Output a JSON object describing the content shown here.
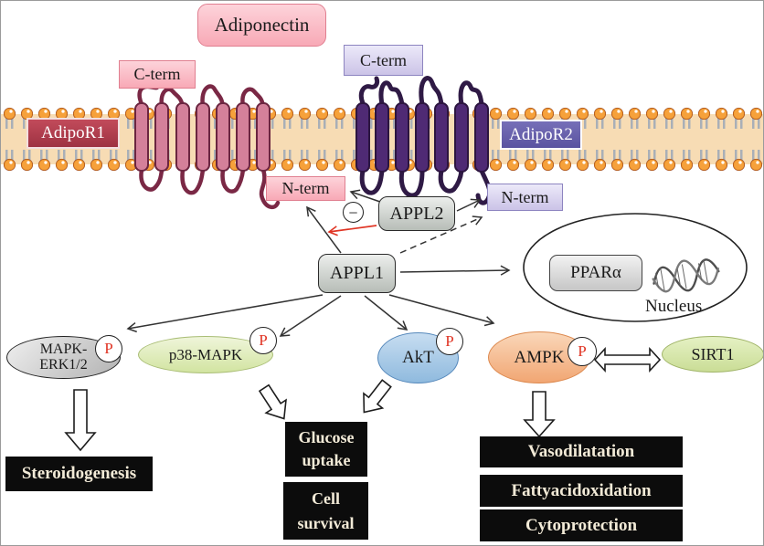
{
  "top": {
    "adiponectin": "Adiponectin",
    "cterm_left": "C-term",
    "cterm_right": "C-term",
    "nterm_left": "N-term",
    "nterm_right": "N-term"
  },
  "receptors": {
    "adipor1": "AdipoR1",
    "adipor2": "AdipoR2"
  },
  "adaptors": {
    "appl1": "APPL1",
    "appl2": "APPL2",
    "inhibition_sign": "−"
  },
  "nucleus": {
    "ppar": "PPARα",
    "label": "Nucleus"
  },
  "kinases": {
    "mapk_line1": "MAPK-",
    "mapk_line2": "ERK1/2",
    "p38": "p38-MAPK",
    "akt": "AkT",
    "ampk": "AMPK",
    "sirt1": "SIRT1",
    "phospho": "P"
  },
  "outcomes": {
    "steroidogenesis": "Steroidogenesis",
    "glucose_line1": "Glucose",
    "glucose_line2": "uptake",
    "cell_line1": "Cell",
    "cell_line2": "survival",
    "vasodilatation": "Vasodilatation",
    "fatty_acid_oxidation": "Fattyacidoxidation",
    "cytoprotection": "Cytoprotection"
  },
  "colors": {
    "adipor1_fill": "#b23c4c",
    "adipor2_fill": "#6861ab",
    "membrane_head": "#f6a13b",
    "membrane_core": "#f7dcb4",
    "helix_r1": "#d4809a",
    "helix_r2": "#4f2a74",
    "phospho_red": "#e03424",
    "inhibit_arrow_red": "#e03424"
  }
}
